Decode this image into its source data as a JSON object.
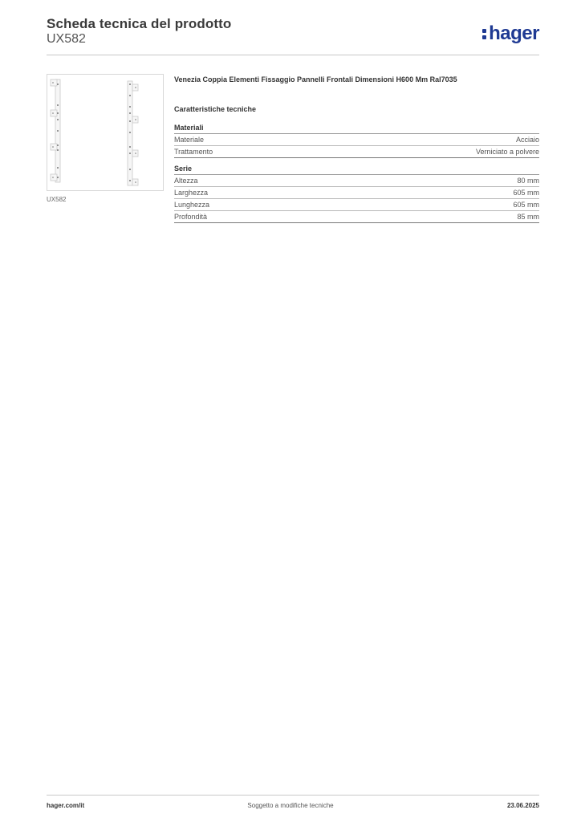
{
  "header": {
    "title": "Scheda tecnica del prodotto",
    "code": "UX582",
    "logo_text": "hager",
    "brand_color": "#1f3a93"
  },
  "product": {
    "image_caption": "UX582",
    "name": "Venezia Coppia Elementi Fissaggio Pannelli Frontali Dimensioni H600 Mm Ral7035"
  },
  "specs": {
    "heading": "Caratteristiche tecniche",
    "groups": [
      {
        "title": "Materiali",
        "rows": [
          {
            "label": "Materiale",
            "value": "Acciaio"
          },
          {
            "label": "Trattamento",
            "value": "Verniciato a polvere"
          }
        ]
      },
      {
        "title": "Serie",
        "rows": [
          {
            "label": "Altezza",
            "value": "80 mm"
          },
          {
            "label": "Larghezza",
            "value": "605 mm"
          },
          {
            "label": "Lunghezza",
            "value": "605 mm"
          },
          {
            "label": "Profondità",
            "value": "85 mm"
          }
        ]
      }
    ]
  },
  "footer": {
    "website": "hager.com/it",
    "note": "Soggetto a modifiche tecniche",
    "date": "23.06.2025"
  }
}
